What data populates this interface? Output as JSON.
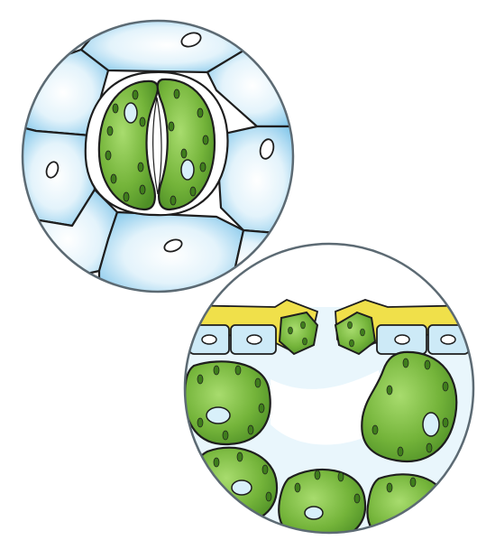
{
  "figure": {
    "panels": [
      {
        "view": "surface",
        "subject": "stomata"
      },
      {
        "view": "cross-section",
        "subject": "stomata"
      }
    ],
    "colors": {
      "background": "#ffffff",
      "epidermis_fill": "#9fd3ef",
      "epidermis_light": "#e6f4fb",
      "guard_cell": "#74b43a",
      "guard_cell_dark": "#3f7d1c",
      "mesophyll": "#8cc454",
      "cuticle": "#f0e04a",
      "nucleus": "#d8f0fa",
      "outline": "#1e1e1e",
      "circle_border": "#5c6a73"
    }
  }
}
